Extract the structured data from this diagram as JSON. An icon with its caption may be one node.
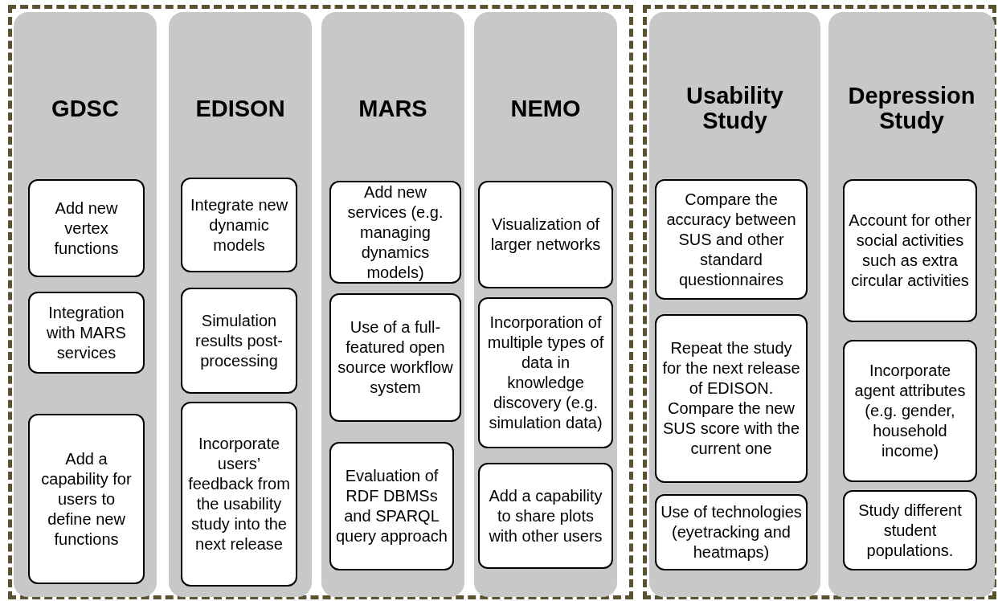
{
  "diagram": {
    "nodes": [
      {
        "text": [],
        "shape": "box"
      },
      {
        "text": [
          "GDSC"
        ],
        "in": 0
      },
      {
        "text": [
          "Add new vertex functions"
        ],
        "in": 1
      },
      {
        "text": [
          "Integration with MARS services"
        ],
        "in": 1
      },
      {
        "text": [
          "Add a capability for users to define new functions"
        ],
        "in": 1
      },
      {
        "text": [
          "EDISON"
        ],
        "in": 0
      },
      {
        "text": [
          "Integrate new dynamic models"
        ],
        "in": 5
      },
      {
        "text": [
          "Simulation results post-processing"
        ],
        "in": 5
      },
      {
        "text": [
          "Incorporate users’ feedback from the usability study into the next release"
        ],
        "in": 5
      },
      {
        "text": [
          "MARS"
        ],
        "in": 0
      },
      {
        "text": [
          "Add new services (e.g. managing dynamics models)"
        ],
        "in": 9
      },
      {
        "text": [
          "Use of a full-featured open source workflow system"
        ],
        "in": 9
      },
      {
        "text": [
          "Evaluation of RDF DBMSs and SPARQL query approach"
        ],
        "in": 9
      },
      {
        "text": [
          "NEMO"
        ],
        "in": 0
      },
      {
        "text": [
          "Visualization of larger networks"
        ],
        "in": 13
      },
      {
        "text": [
          "Incorporation of multiple types of data in knowledge discovery (e.g. simulation data)"
        ],
        "in": 13
      },
      {
        "text": [
          "Add a capability to share plots with other users"
        ],
        "in": 13
      },
      {
        "text": [],
        "shape": "box"
      },
      {
        "text": [
          "Usability Study"
        ],
        "in": 17
      },
      {
        "text": [
          "Compare the accuracy between SUS and other standard questionnaires"
        ],
        "in": 18
      },
      {
        "text": [
          "Repeat the study for the next release of EDISON. Compare the new SUS score with the current one"
        ],
        "in": 18
      },
      {
        "text": [
          "Use of technologies (eyetracking and heatmaps)"
        ],
        "in": 18
      },
      {
        "text": [
          "Depression Study"
        ],
        "in": 17
      },
      {
        "text": [
          "Account for other social activities such as extra circular activities"
        ],
        "in": 22
      },
      {
        "text": [
          "Incorporate agent attributes (e.g. gender, household income)"
        ],
        "in": 22
      },
      {
        "text": [
          "Study different student populations."
        ],
        "in": 22
      }
    ]
  }
}
